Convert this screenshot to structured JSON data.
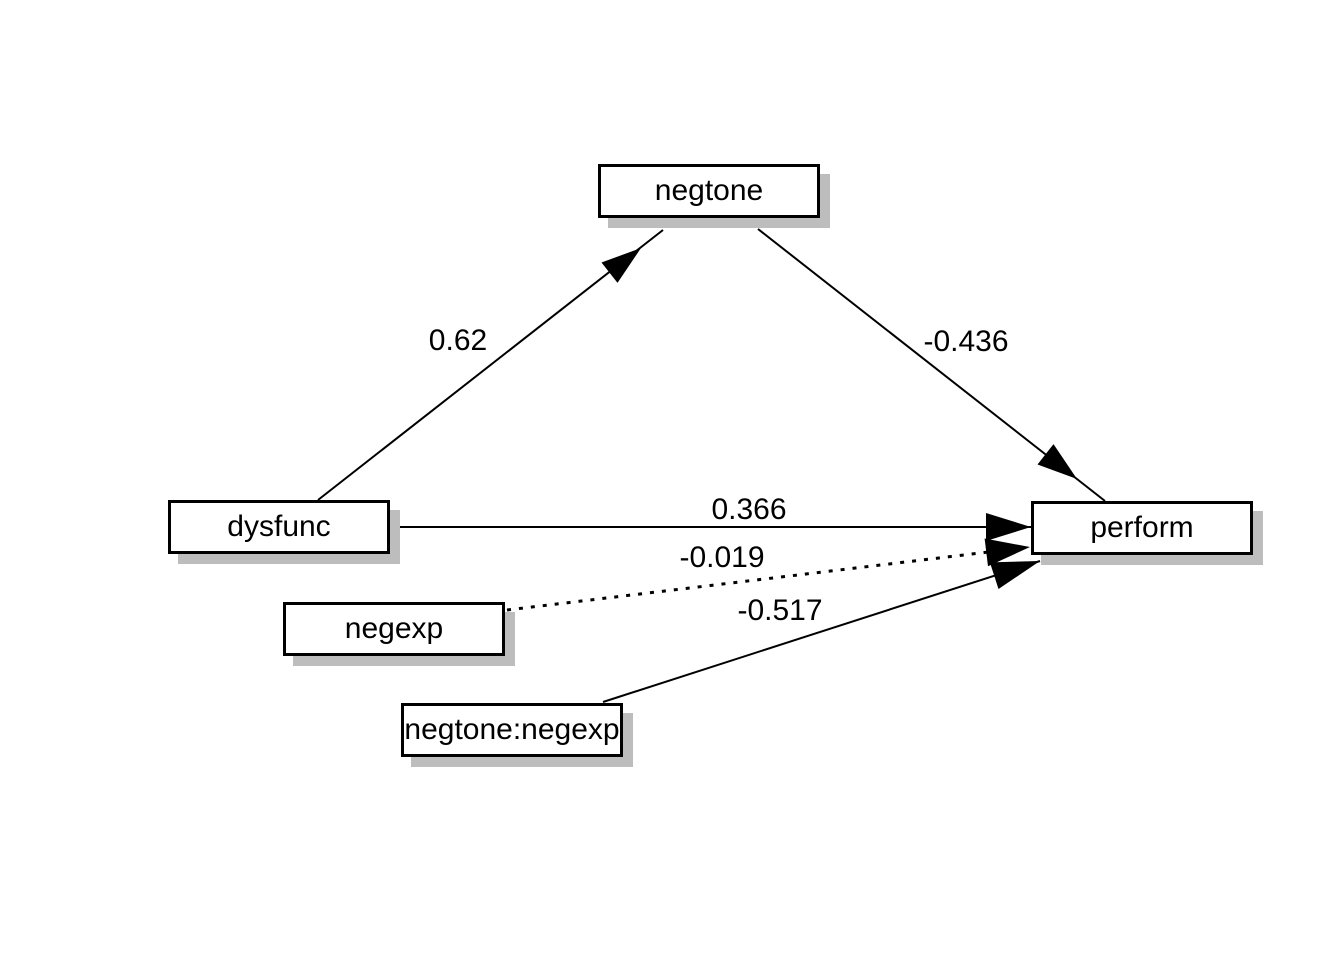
{
  "figure": {
    "background_color": "#ffffff",
    "line_color": "#000000",
    "text_color": "#000000",
    "node_shadow_color": "#bdbdbd"
  },
  "diagram": {
    "type": "path-diagram",
    "nodes": [
      {
        "id": "negtone",
        "label": "negtone"
      },
      {
        "id": "dysfunc",
        "label": "dysfunc"
      },
      {
        "id": "negexp",
        "label": "negexp"
      },
      {
        "id": "negtone_negexp",
        "label": "negtone:negexp"
      },
      {
        "id": "perform",
        "label": "perform"
      }
    ],
    "edges": [
      {
        "from": "dysfunc",
        "to": "negtone",
        "label": "0.62",
        "style": "solid"
      },
      {
        "from": "negtone",
        "to": "perform",
        "label": "-0.436",
        "style": "solid"
      },
      {
        "from": "dysfunc",
        "to": "perform",
        "label": "0.366",
        "style": "solid"
      },
      {
        "from": "negexp",
        "to": "perform",
        "label": "-0.019",
        "style": "dotted"
      },
      {
        "from": "negtone_negexp",
        "to": "perform",
        "label": "-0.517",
        "style": "solid"
      }
    ]
  }
}
